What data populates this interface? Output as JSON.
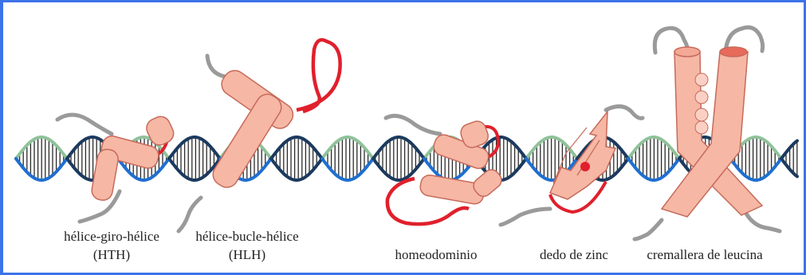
{
  "motifs": [
    {
      "line1": "hélice-giro-hélice",
      "line2": "(HTH)"
    },
    {
      "line1": "hélice-bucle-hélice",
      "line2": "(HLH)"
    },
    {
      "line1": "homeodominio",
      "line2": ""
    },
    {
      "line1": "dedo de zinc",
      "line2": ""
    },
    {
      "line1": "cremallera de leucina",
      "line2": ""
    }
  ],
  "colors": {
    "frame": "#3c73e8",
    "strand_blue": "#1f6fd0",
    "strand_navy": "#1c3a5e",
    "strand_green": "#8fc29a",
    "helix_fill": "#f6b7a5",
    "helix_stroke": "#c76a5a",
    "loop_red": "#e0202c",
    "tail_gray": "#9a9a9a"
  }
}
